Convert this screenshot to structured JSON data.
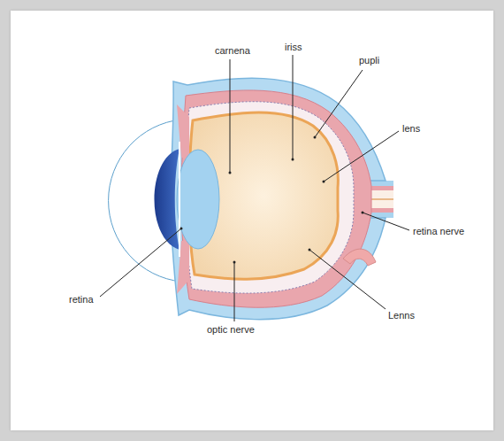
{
  "diagram": {
    "labels": [
      "carnena",
      "iriss",
      "pupli",
      "lens",
      "retina nerve",
      "Lenns",
      "optic nerve",
      "retina"
    ]
  }
}
